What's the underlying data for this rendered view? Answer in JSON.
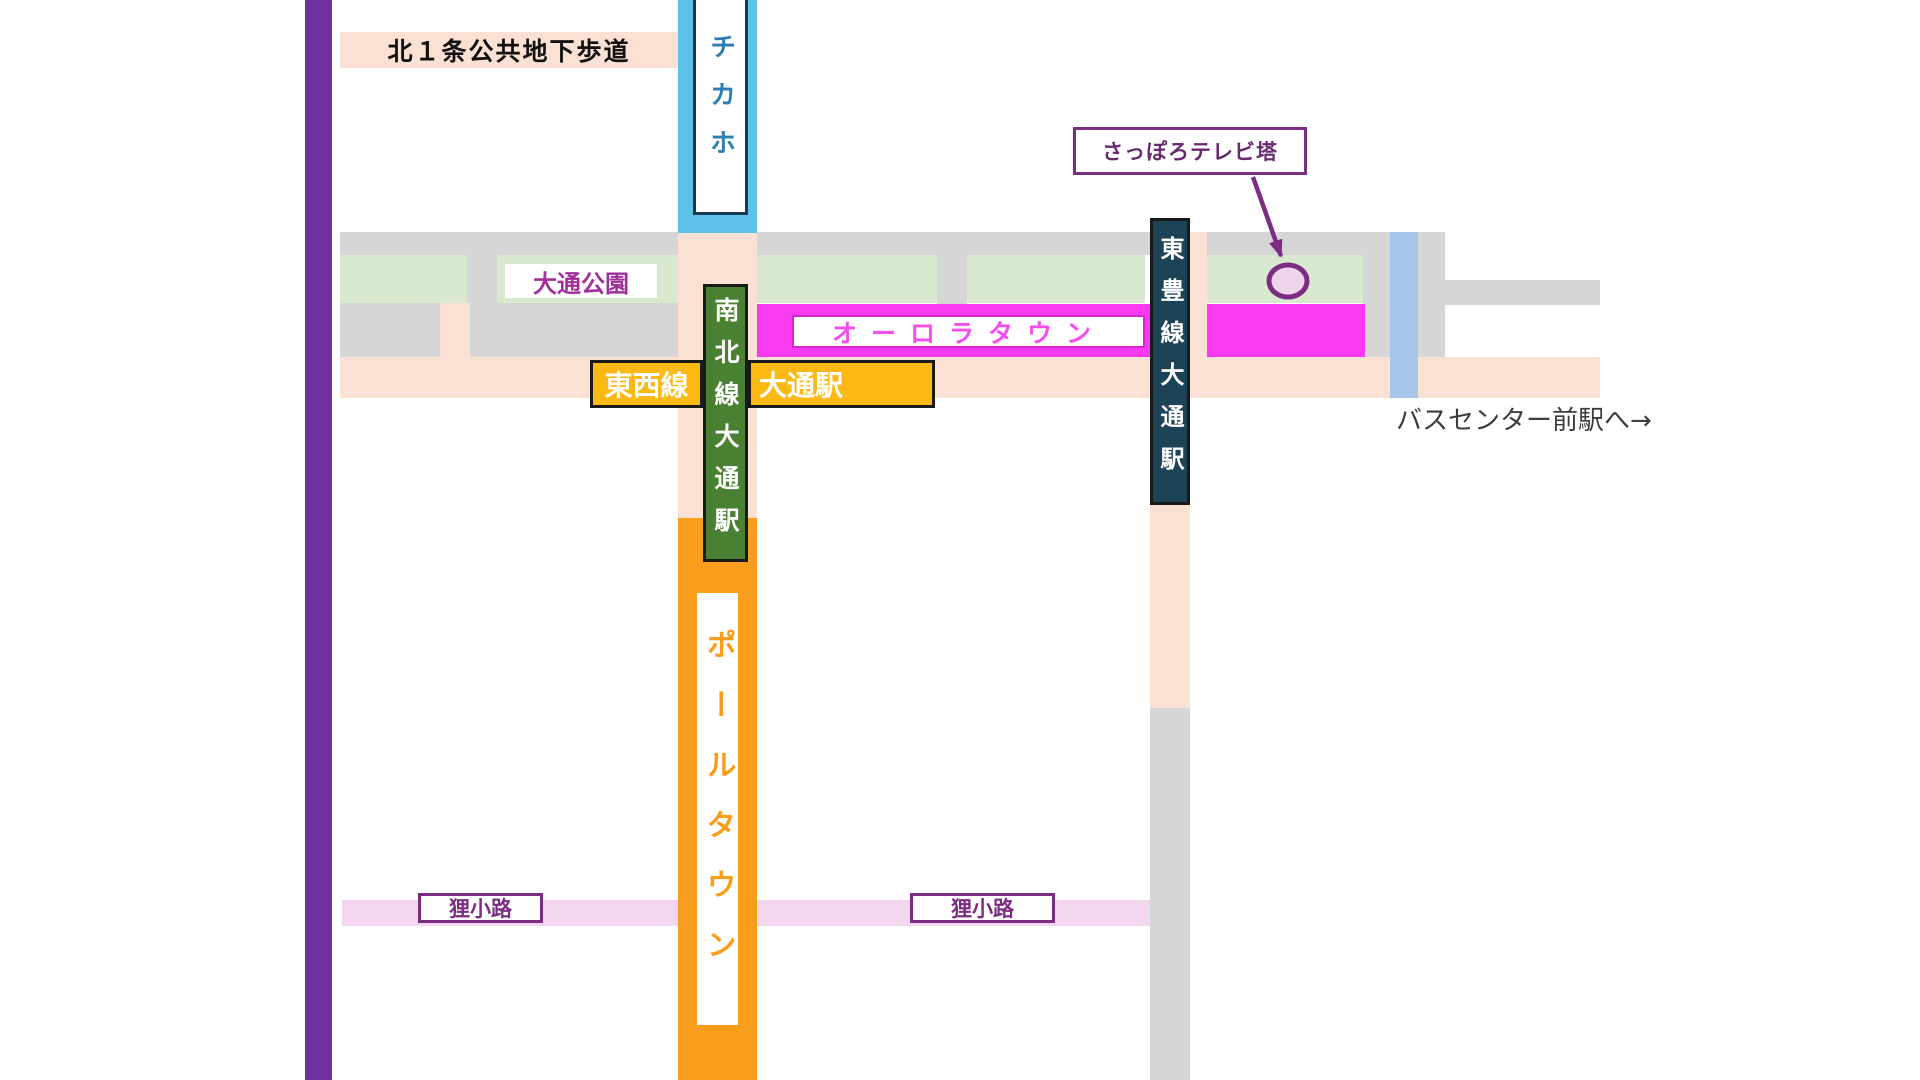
{
  "map": {
    "kita1jo_walkway": "北１条公共地下歩道",
    "chikaho": "チカホ",
    "odori_park": "大通公園",
    "aurora_town": "オーロラタウン",
    "tozai_line": "東西線",
    "odori_station": "大通駅",
    "namboku_odori_station": "南北線大通駅",
    "toho_odori_station": "東豊線大通駅",
    "pole_town": "ポールタウン",
    "tanukikoji_west": "狸小路",
    "tanukikoji_east": "狸小路",
    "sapporo_tv_tower": "さっぽろテレビ塔",
    "to_bus_center_mae": "バスセンター前駅へ→"
  },
  "colors": {
    "street_purple": "#7030a0",
    "walkway_peach": "#fbe1d3",
    "street_gray": "#d6d6d6",
    "park_green": "#d8e9cf",
    "chikaho_blue": "#5ec1e9",
    "chikaho_text_blue": "#2e7fb0",
    "namboku_green": "#4a8031",
    "station_yellow": "#fcb813",
    "aurora_magenta": "#f93af3",
    "toho_navy": "#1d4356",
    "pole_town_orange": "#f99d1c",
    "tanukikoji_pink": "#f3d7f1",
    "label_purple": "#7b2d82",
    "bus_direction_blue": "#a6c5e6"
  }
}
